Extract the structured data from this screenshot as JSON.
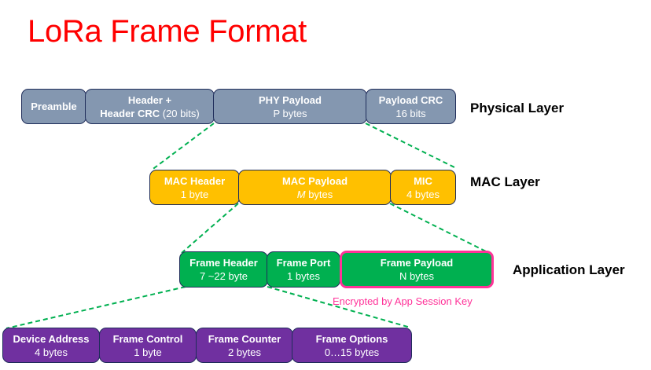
{
  "title": "LoRa Frame Format",
  "colors": {
    "title": "#ff0000",
    "physical": "#8497b0",
    "mac": "#ffc000",
    "application": "#00b050",
    "frame_header": "#7030a0",
    "connector": "#00b050",
    "encrypted_highlight": "#ff3399",
    "box_border": "#1f2d5a"
  },
  "layers": {
    "physical": {
      "label": "Physical Layer",
      "fields": [
        {
          "name": "Preamble",
          "size": ""
        },
        {
          "name": "Header +",
          "size_bold": "Header CRC",
          "size": " (20 bits)"
        },
        {
          "name": "PHY Payload",
          "size": "P bytes"
        },
        {
          "name": "Payload CRC",
          "size": "16 bits"
        }
      ]
    },
    "mac": {
      "label": "MAC Layer",
      "fields": [
        {
          "name": "MAC Header",
          "size": "1 byte"
        },
        {
          "name": "MAC Payload",
          "size_italic": "M",
          "size": " bytes"
        },
        {
          "name": "MIC",
          "size": "4 bytes"
        }
      ]
    },
    "application": {
      "label": "Application Layer",
      "fields": [
        {
          "name": "Frame Header",
          "size": "7 ~22 byte"
        },
        {
          "name": "Frame Port",
          "size": "1 bytes"
        },
        {
          "name": "Frame Payload",
          "size": "N bytes"
        }
      ],
      "note": "Encrypted by App Session Key"
    },
    "frame_header": {
      "fields": [
        {
          "name": "Device Address",
          "size": "4 bytes"
        },
        {
          "name": "Frame Control",
          "size": "1 byte"
        },
        {
          "name": "Frame Counter",
          "size": "2 bytes"
        },
        {
          "name": "Frame Options",
          "size": "0…15 bytes"
        }
      ]
    }
  }
}
